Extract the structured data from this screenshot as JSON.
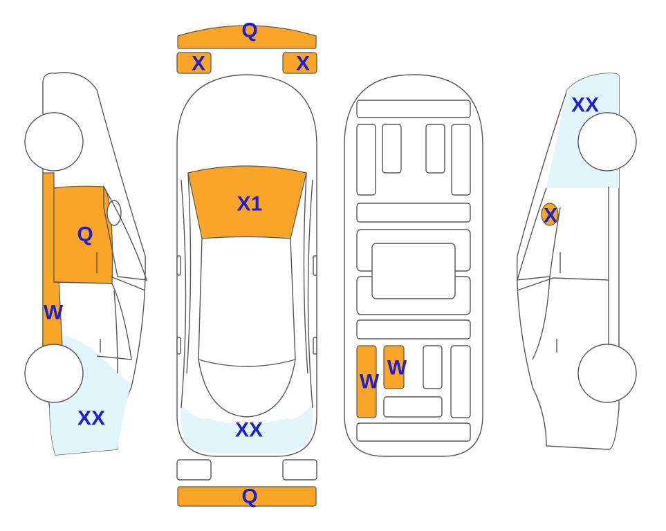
{
  "colors": {
    "damage_orange": "#F9A628",
    "damage_light_blue": "#E2F5FB",
    "label_blue": "#1F1FCF",
    "outline": "#555555"
  },
  "labels": {
    "front_bumper": "Q",
    "front_left_light": "X",
    "front_right_light": "X",
    "windshield": "X1",
    "rear_top": "XX",
    "rear_bumper": "Q",
    "left_front_door": "Q",
    "left_sill": "W",
    "left_rear_quarter": "XX",
    "right_rear_quarter": "XX",
    "right_front_door_spot": "X",
    "floor_panel_1": "W",
    "floor_panel_2": "W"
  }
}
